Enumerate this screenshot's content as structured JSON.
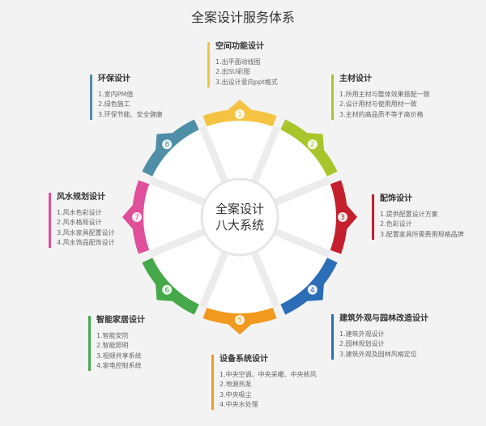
{
  "title": "全案设计服务体系",
  "center": {
    "line1": "全案设计",
    "line2": "八大系统"
  },
  "systems": [
    {
      "num": "1",
      "color": "#F5C342",
      "title": "空间功能设计",
      "items": [
        "1.出平面动线图",
        "2.出SU彩图",
        "3.出设计意向ppt格式"
      ]
    },
    {
      "num": "2",
      "color": "#A8C62C",
      "title": "主材设计",
      "items": [
        "1.所用主材与整体效果搭配一致",
        "2.设计用材与使用用材一致",
        "3.主材的高品质不等于高价格"
      ]
    },
    {
      "num": "3",
      "color": "#C51F2E",
      "title": "配饰设计",
      "items": [
        "1.提供配置设计方案",
        "2.色彩设计",
        "3.配置家具所需费用规格品牌"
      ]
    },
    {
      "num": "4",
      "color": "#2C6DB8",
      "title": "建筑外观与园林改造设计",
      "items": [
        "1.建筑外观设计",
        "2.园林规划设计",
        "3.建筑外观及园林风格定位"
      ]
    },
    {
      "num": "5",
      "color": "#F29A1F",
      "title": "设备系统设计",
      "items": [
        "1.中央空调、中央采暖、中央新风",
        "2.地源热泵",
        "3.中央吸尘",
        "4.中央水处理"
      ]
    },
    {
      "num": "6",
      "color": "#45A849",
      "title": "智能家居设计",
      "items": [
        "1.智能安防",
        "2.智能照明",
        "3.视频共享系统",
        "4.家电控制系统"
      ]
    },
    {
      "num": "7",
      "color": "#E0509A",
      "title": "风水规划设计",
      "items": [
        "1.风水色彩设计",
        "2.风水格局设计",
        "3.风水家具配置设计",
        "4.风水饰品配饰设计"
      ]
    },
    {
      "num": "8",
      "color": "#4F8EA7",
      "title": "环保设计",
      "items": [
        "1.室内PM值",
        "2.绿色施工",
        "3.环保节能、安全健康"
      ]
    }
  ]
}
